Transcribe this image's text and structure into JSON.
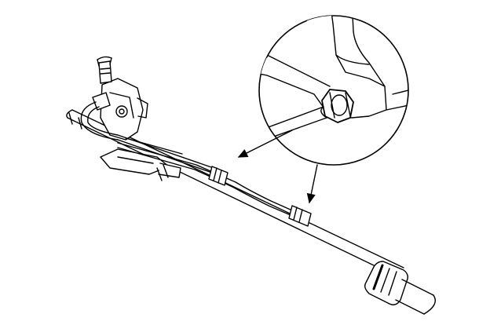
{
  "diagram": {
    "background_color": "#ffffff",
    "line_color": "#000000",
    "components": [
      {
        "name": "steering-rack-housing"
      },
      {
        "name": "pinion-valve-body"
      },
      {
        "name": "pinion-shaft"
      },
      {
        "name": "fluid-line-upper"
      },
      {
        "name": "fluid-line-lower"
      },
      {
        "name": "fluid-line-fitting-1"
      },
      {
        "name": "fluid-line-fitting-2"
      },
      {
        "name": "rack-end-boot"
      },
      {
        "name": "inner-tie-rod"
      },
      {
        "name": "detail-magnifier-circle"
      },
      {
        "name": "detail-tie-rod-end"
      },
      {
        "name": "detail-lock-nut"
      },
      {
        "name": "callout-arrow-1"
      },
      {
        "name": "callout-arrow-2"
      }
    ]
  }
}
